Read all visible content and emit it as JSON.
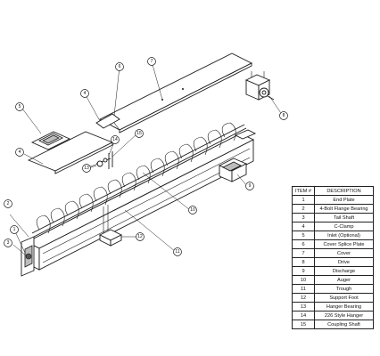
{
  "table": {
    "headers": {
      "item": "ITEM #",
      "description": "DESCRIPTION"
    },
    "rows": [
      {
        "item": "1",
        "description": "End Plate"
      },
      {
        "item": "2",
        "description": "4-Bolt Flange Bearing"
      },
      {
        "item": "3",
        "description": "Tail Shaft"
      },
      {
        "item": "4",
        "description": "C-Clamp"
      },
      {
        "item": "5",
        "description": "Inlet (Optional)"
      },
      {
        "item": "6",
        "description": "Cover Splice Plate"
      },
      {
        "item": "7",
        "description": "Cover"
      },
      {
        "item": "8",
        "description": "Drive"
      },
      {
        "item": "9",
        "description": "Discharge"
      },
      {
        "item": "10",
        "description": "Auger"
      },
      {
        "item": "11",
        "description": "Trough"
      },
      {
        "item": "12",
        "description": "Support Foot"
      },
      {
        "item": "13",
        "description": "Hanger Bearing"
      },
      {
        "item": "14",
        "description": "226 Style Hanger"
      },
      {
        "item": "15",
        "description": "Coupling Shaft"
      }
    ]
  },
  "callouts": [
    "1",
    "2",
    "3",
    "4",
    "4",
    "5",
    "6",
    "7",
    "8",
    "9",
    "10",
    "11",
    "12",
    "13",
    "14",
    "15"
  ]
}
